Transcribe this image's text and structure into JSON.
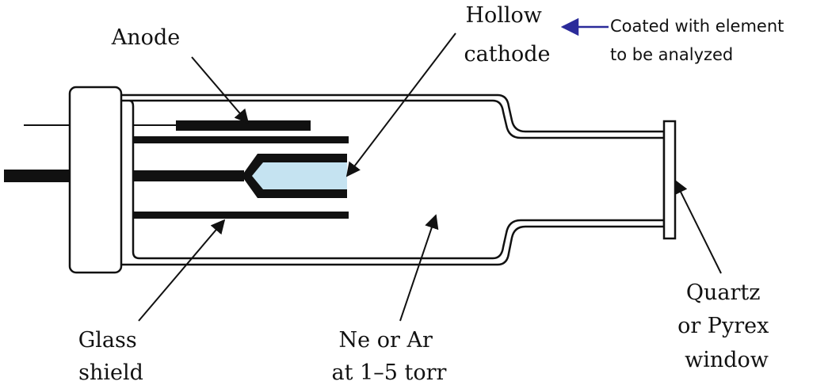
{
  "labels": {
    "anode": "Anode",
    "hollow_cathode": [
      "Hollow",
      "cathode"
    ],
    "coating_note": [
      "Coated with element",
      "to be analyzed"
    ],
    "glass_shield": [
      "Glass",
      "shield"
    ],
    "fill_gas": [
      "Ne or Ar",
      "at 1–5 torr"
    ],
    "window": [
      "Quartz",
      "or Pyrex",
      "window"
    ]
  },
  "colors": {
    "cathode_fill": "#c5e3f1",
    "note_arrow": "#2b2b9a",
    "line": "#111111"
  }
}
